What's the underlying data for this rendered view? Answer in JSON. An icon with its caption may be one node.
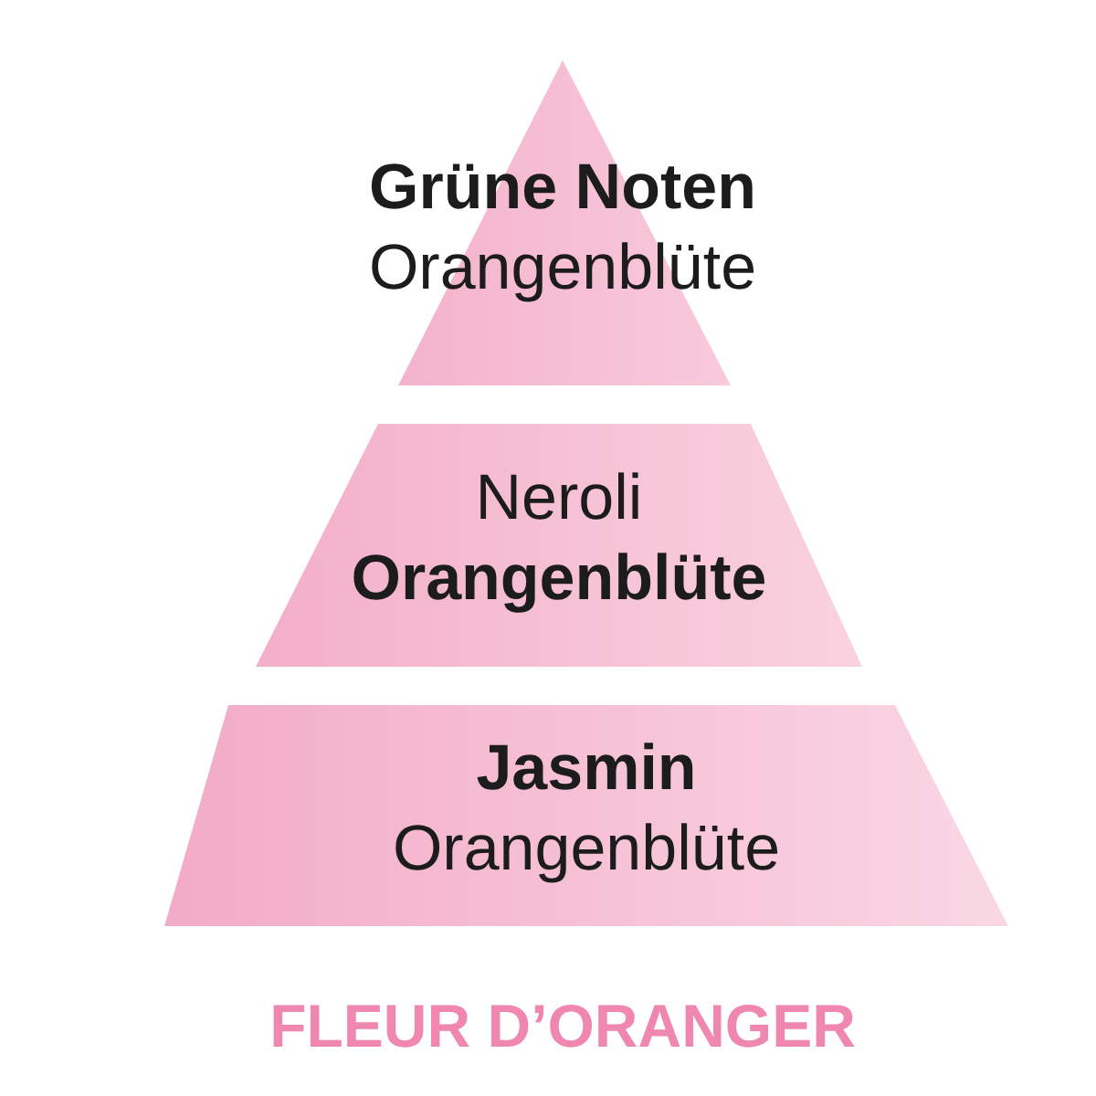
{
  "diagram": {
    "caption": "FLEUR D’ORANGER",
    "nodes": [
      {
        "text": [
          "Grüne Noten",
          "Orangenblüte"
        ]
      },
      {
        "text": [
          "Neroli",
          "Orangenblüte"
        ]
      },
      {
        "text": [
          "Jasmin",
          "Orangenblüte"
        ]
      }
    ]
  }
}
